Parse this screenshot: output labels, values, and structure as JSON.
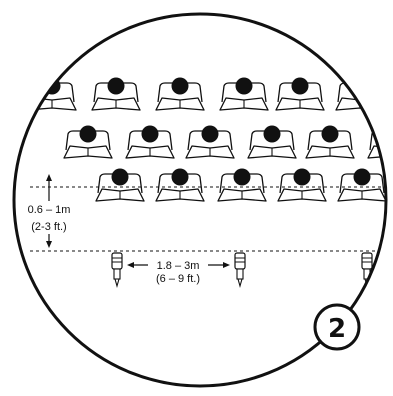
{
  "diagram": {
    "step_badge": "2",
    "vertical_spacing": {
      "metric": "0.6 – 1m",
      "imperial": "(2-3 ft.)"
    },
    "horizontal_spacing": {
      "metric": "1.8 – 3m",
      "imperial": "(6 – 9 ft.)"
    },
    "rows": [
      {
        "name": "back-row",
        "seats": 6
      },
      {
        "name": "middle-row",
        "seats": 6
      },
      {
        "name": "front-row",
        "seats": 5
      }
    ],
    "microphones": 3,
    "colors": {
      "ink": "#111111",
      "background": "#ffffff"
    }
  }
}
